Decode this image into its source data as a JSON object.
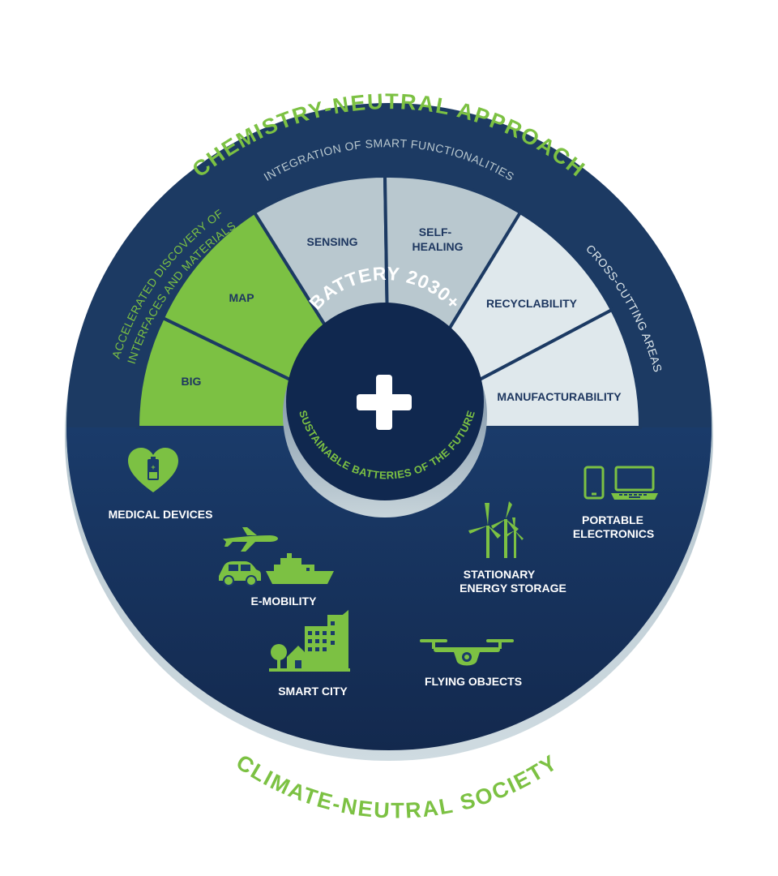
{
  "header": {
    "approach": "CHEMISTRY-NEUTRAL APPROACH",
    "integration": "INTEGRATION OF SMART FUNCTIONALITIES",
    "accelerated_line1": "ACCELERATED DISCOVERY OF",
    "accelerated_line2": "INTERFACES AND MATERIALS",
    "cross_cutting": "CROSS-CUTTING AREAS"
  },
  "segments": [
    {
      "id": "big",
      "label": "BIG"
    },
    {
      "id": "map",
      "label": "MAP"
    },
    {
      "id": "sensing",
      "label": "SENSING"
    },
    {
      "id": "self-healing",
      "label_line1": "SELF-",
      "label_line2": "HEALING"
    },
    {
      "id": "recyclability",
      "label": "RECYCLABILITY"
    },
    {
      "id": "manufacturability",
      "label": "MANUFACTURABILITY"
    }
  ],
  "hub": {
    "title": "BATTERY 2030+",
    "subtitle": "SUSTAINABLE BATTERIES OF THE FUTURE",
    "symbol": "+"
  },
  "applications": {
    "medical": "MEDICAL DEVICES",
    "emobility": "E-MOBILITY",
    "smartcity": "SMART CITY",
    "flying": "FLYING OBJECTS",
    "stationary_line1": "STATIONARY",
    "stationary_line2": "ENERGY STORAGE",
    "portable_line1": "PORTABLE",
    "portable_line2": "ELECTRONICS"
  },
  "footer": {
    "society": "CLIMATE-NEUTRAL SOCIETY"
  },
  "colors": {
    "navy": "#1c3a63",
    "navy_dark": "#10284f",
    "green": "#7cc143",
    "gray_blue": "#b9c8cf",
    "light_gray": "#dfe8ec",
    "label_blue": "#1e3760",
    "white": "#ffffff"
  },
  "icons": [
    "battery-heart-icon",
    "airplane-icon",
    "car-icon",
    "ship-icon",
    "city-icon",
    "drone-icon",
    "wind-turbine-icon",
    "phone-icon",
    "laptop-icon",
    "plus-icon"
  ]
}
